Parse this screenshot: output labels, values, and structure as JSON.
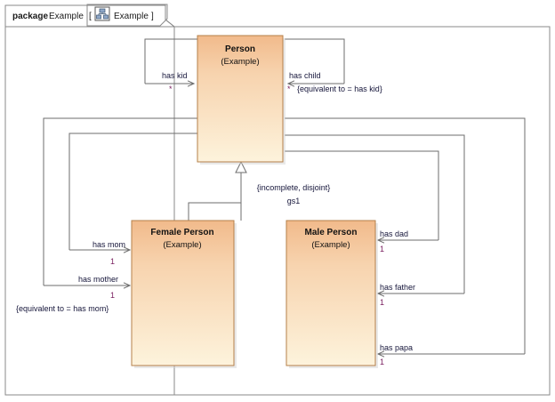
{
  "package": {
    "keyword": "package",
    "name": "Example",
    "tab_bracket_open": "[",
    "tab_icon": "class-diagram-icon",
    "tab_label": "Example",
    "tab_bracket_close": "]"
  },
  "classes": [
    {
      "id": "person",
      "name": "Person",
      "stereotype": "(Example)"
    },
    {
      "id": "female-person",
      "name": "Female Person",
      "stereotype": "(Example)"
    },
    {
      "id": "male-person",
      "name": "Male Person",
      "stereotype": "(Example)"
    }
  ],
  "generalization": {
    "constraint": "{incomplete, disjoint}",
    "set_name": "gs1"
  },
  "associations": [
    {
      "id": "has-kid",
      "label": "has kid",
      "multiplicity": "*",
      "constraint": ""
    },
    {
      "id": "has-child",
      "label": "has child",
      "multiplicity": "*",
      "constraint": "{equivalent to = has kid}"
    },
    {
      "id": "has-mom",
      "label": "has mom",
      "multiplicity": "1",
      "constraint": ""
    },
    {
      "id": "has-mother",
      "label": "has mother",
      "multiplicity": "1",
      "constraint": "{equivalent to = has mom}"
    },
    {
      "id": "has-dad",
      "label": "has dad",
      "multiplicity": "1",
      "constraint": ""
    },
    {
      "id": "has-father",
      "label": "has father",
      "multiplicity": "1",
      "constraint": ""
    },
    {
      "id": "has-papa",
      "label": "has papa",
      "multiplicity": "1",
      "constraint": ""
    }
  ],
  "colors": {
    "class_fill_top": "#f3bf92",
    "class_fill_bottom": "#fdf3dc",
    "class_border": "#b5804a",
    "line": "#6e6e6e",
    "frame": "#8a8a8a",
    "multiplicity_text": "#7a2060",
    "label_text": "#15153a"
  }
}
